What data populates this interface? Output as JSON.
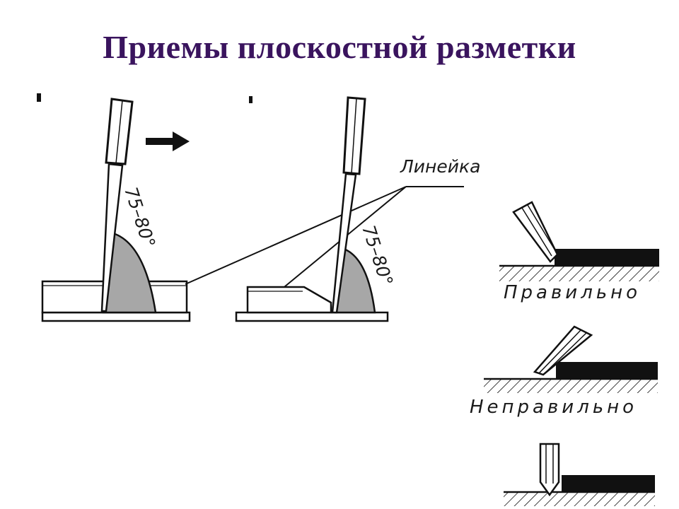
{
  "slide": {
    "title": "Приемы плоскостной разметки",
    "title_color": "#3a145e"
  },
  "figure_left": {
    "angle_label": "75–80°",
    "arrow": "arrow-right-icon"
  },
  "figure_middle": {
    "angle_label": "75–80°",
    "ruler_label": "Линейка"
  },
  "examples": {
    "correct_label": "Правильно",
    "incorrect_label": "Неправильно"
  },
  "colors": {
    "ink": "#111111",
    "angle_fill": "#a7a7a7",
    "paper": "#ffffff"
  }
}
